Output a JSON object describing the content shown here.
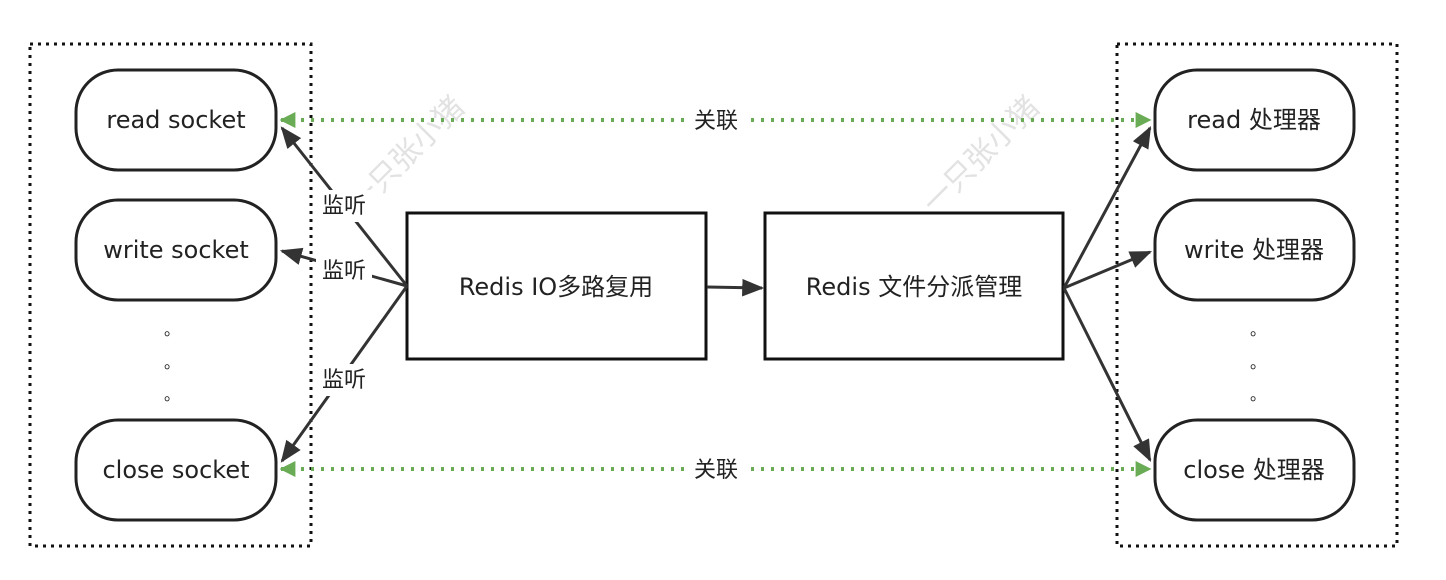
{
  "diagram": {
    "watermarks": [
      "一只张小猪",
      "一只张小猪"
    ],
    "sockets": [
      "read socket",
      "write socket",
      "close socket"
    ],
    "handlers": [
      "read 处理器",
      "write 处理器",
      "close 处理器"
    ],
    "multiplexer": "Redis IO多路复用",
    "dispatcher": "Redis 文件分派管理",
    "listen_label": "监听",
    "associate_label": "关联",
    "ellipsis": "。"
  },
  "colors": {
    "line": "#333333",
    "association": "#6aab55",
    "box_border": "#111111",
    "watermark": "#e2e2e2"
  }
}
